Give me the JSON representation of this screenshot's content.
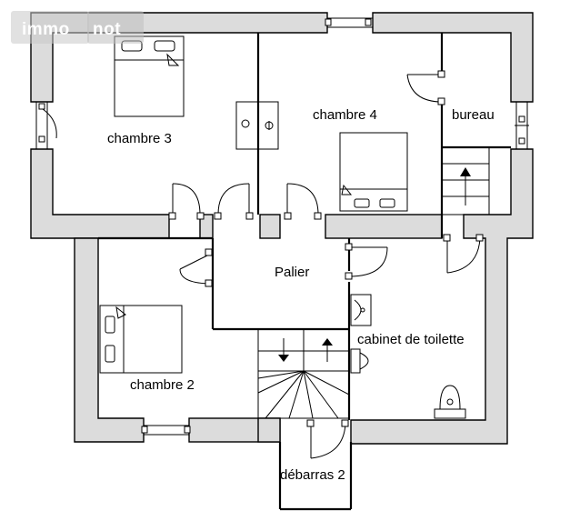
{
  "watermark": {
    "part1": "immo",
    "part2": "not"
  },
  "rooms": {
    "chambre3": "chambre 3",
    "chambre4": "chambre 4",
    "bureau": "bureau",
    "palier": "Palier",
    "chambre2": "chambre 2",
    "cabinet": "cabinet de toilette",
    "debarras": "débarras 2"
  },
  "colors": {
    "wall_fill": "#dcdcdc",
    "line": "#000000"
  }
}
